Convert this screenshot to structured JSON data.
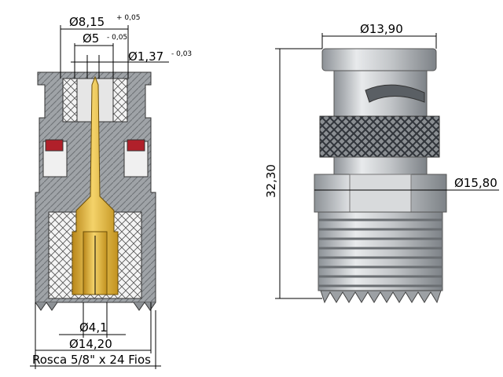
{
  "drawing": {
    "section_view": {
      "dims": {
        "outer_diameter": "Ø8,15",
        "outer_tolerance": "+ 0,05",
        "inner_diameter": "Ø5",
        "inner_tolerance": "- 0,05",
        "pin_diameter": "Ø1,37",
        "pin_tolerance": "- 0,03",
        "socket_diameter": "Ø4,1",
        "thread_diameter": "Ø14,20",
        "thread_spec": "Rosca 5/8\" x 24 Fios"
      }
    },
    "exterior_view": {
      "dims": {
        "top_diameter": "Ø13,90",
        "body_diameter": "Ø15,80",
        "overall_length": "32,30"
      }
    },
    "colors": {
      "metal": "#b9bcc0",
      "metal_dark": "#7d8287",
      "gold": "#e3b530",
      "insulator_red": "#b0202a"
    }
  }
}
